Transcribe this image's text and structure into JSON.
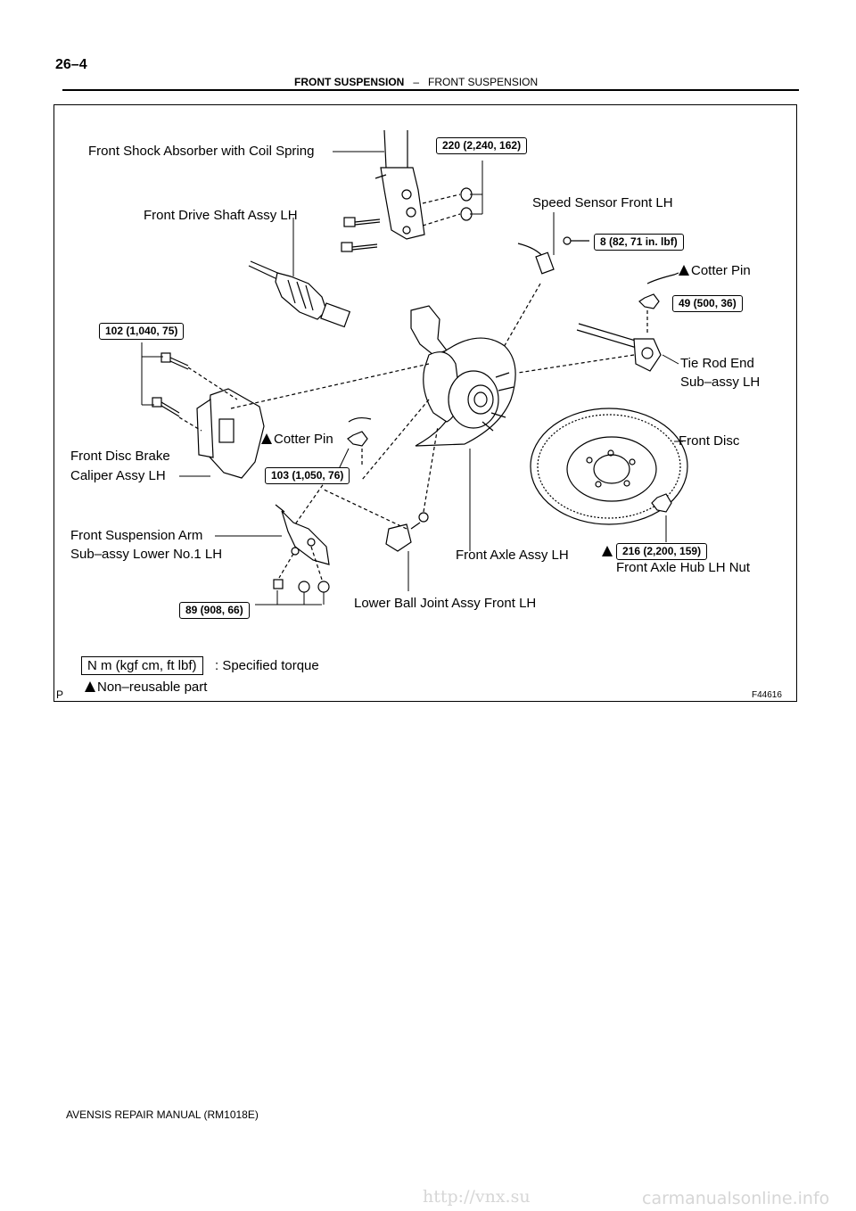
{
  "header": {
    "page_number": "26–4",
    "section_bold": "FRONT SUSPENSION",
    "separator": "–",
    "section_sub": "FRONT SUSPENSION"
  },
  "figure": {
    "corner_letter": "P",
    "figure_id": "F44616",
    "labels": {
      "shock_absorber": "Front Shock Absorber with Coil Spring",
      "drive_shaft": "Front Drive Shaft Assy LH",
      "speed_sensor": "Speed Sensor Front LH",
      "cotter_pin_top": "Cotter Pin",
      "tie_rod_1": "Tie Rod End",
      "tie_rod_2": "Sub–assy LH",
      "cotter_pin_mid": "Cotter Pin",
      "front_disc": "Front Disc",
      "caliper_1": "Front Disc Brake",
      "caliper_2": "Caliper Assy LH",
      "arm_1": "Front Suspension Arm",
      "arm_2": "Sub–assy Lower No.1 LH",
      "axle_assy": "Front Axle Assy LH",
      "hub_nut": "Front Axle Hub LH Nut",
      "ball_joint": "Lower Ball Joint Assy Front LH"
    },
    "torques": {
      "t220": "220 (2,240, 162)",
      "t8": "8 (82, 71 in. lbf)",
      "t49": "49 (500, 36)",
      "t102": "102 (1,040, 75)",
      "t103": "103 (1,050, 76)",
      "t216": "216 (2,200, 159)",
      "t89": "89 (908, 66)"
    },
    "legend": {
      "torque_unit": "N m (kgf cm, ft lbf)",
      "torque_desc": ": Specified torque",
      "nonreusable": "Non–reusable part"
    }
  },
  "footer": "AVENSIS REPAIR MANUAL   (RM1018E)",
  "watermarks": {
    "left": "http://vnx.su",
    "right": "carmanualsonline.info"
  }
}
